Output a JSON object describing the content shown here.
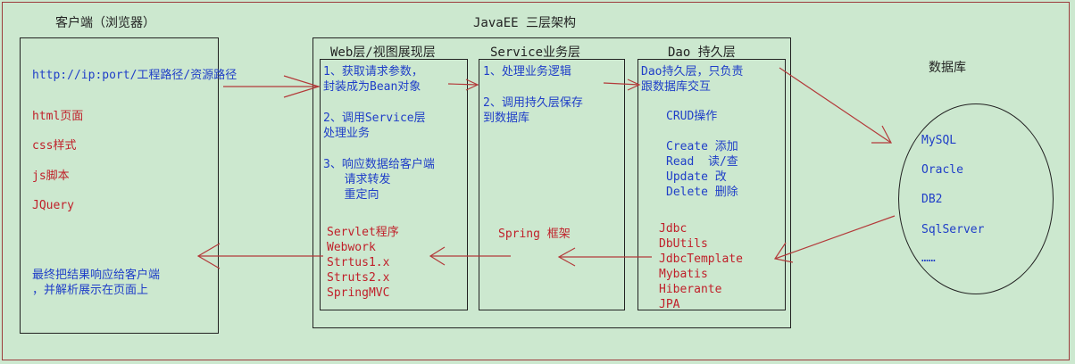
{
  "title": "JavaEE 三层架构",
  "client": {
    "title": "客户端（浏览器）",
    "url": "http://ip:port/工程路径/资源路径",
    "items": [
      "html页面",
      "css样式",
      "js脚本",
      "JQuery"
    ],
    "result_lines": [
      "最终把结果响应给客户端",
      "，并解析展示在页面上"
    ]
  },
  "web": {
    "title": "Web层/视图展现层",
    "steps": [
      "1、获取请求参数，",
      "封装成为Bean对象",
      "2、调用Service层",
      "处理业务",
      "3、响应数据给客户端",
      "   请求转发",
      "   重定向"
    ],
    "tech": [
      "Servlet程序",
      "Webwork",
      "Strtus1.x",
      "Struts2.x",
      "SpringMVC"
    ]
  },
  "service": {
    "title": "Service业务层",
    "steps": [
      "1、处理业务逻辑",
      "2、调用持久层保存",
      "到数据库"
    ],
    "tech": "Spring 框架"
  },
  "dao": {
    "title": "Dao 持久层",
    "desc": [
      "Dao持久层，只负责",
      "跟数据库交互"
    ],
    "crud_title": "CRUD操作",
    "crud": [
      "Create 添加",
      "Read  读/查",
      "Update 改",
      "Delete 删除"
    ],
    "tech": [
      "Jdbc",
      "DbUtils",
      "JdbcTemplate",
      "Mybatis",
      "Hiberante",
      "JPA"
    ]
  },
  "database": {
    "title": "数据库",
    "items": [
      "MySQL",
      "Oracle",
      "DB2",
      "SqlServer",
      "……"
    ]
  },
  "colors": {
    "background": "#cce8cf",
    "arrow": "#b33a3a",
    "blue_text": "#1f3ec8",
    "red_text": "#c0202a"
  }
}
